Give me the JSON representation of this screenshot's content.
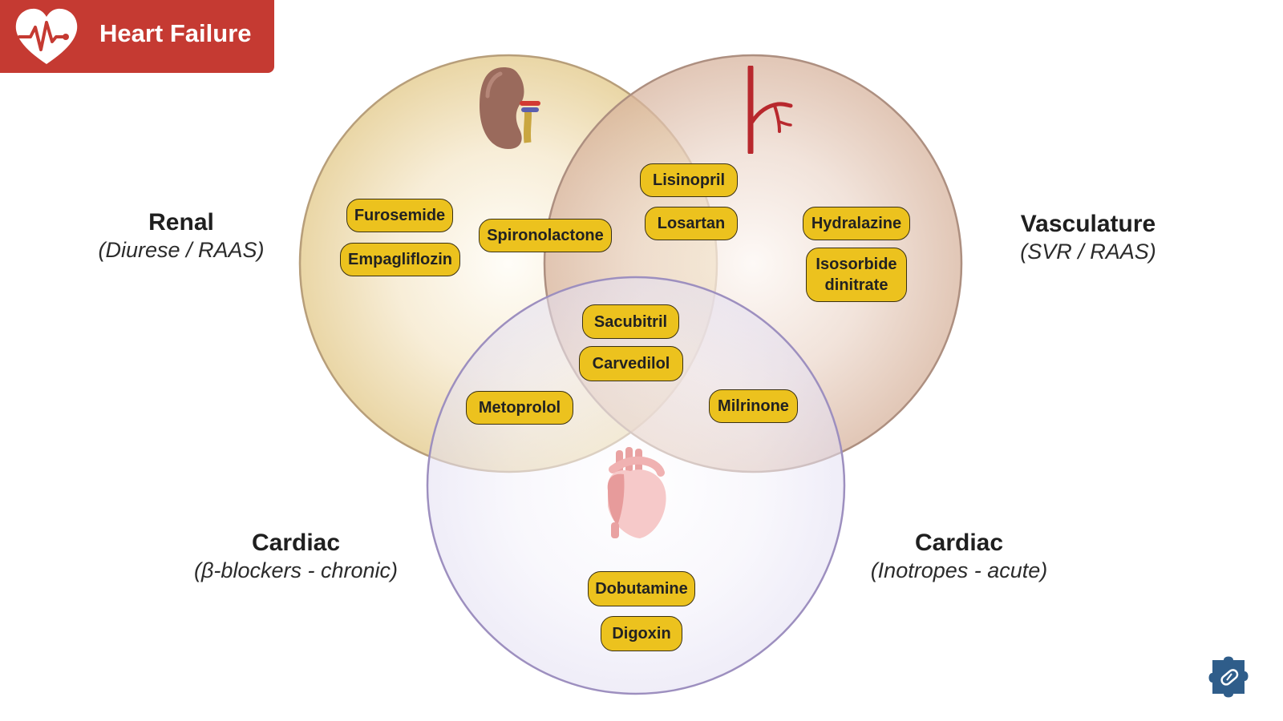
{
  "header": {
    "title": "Heart Failure",
    "icon": "heart-pulse-icon",
    "color": "#c53a32"
  },
  "categories": {
    "renal": {
      "title": "Renal",
      "subtitle": "(Diurese / RAAS)"
    },
    "vasculature": {
      "title": "Vasculature",
      "subtitle": "(SVR / RAAS)"
    },
    "cardiac_chronic": {
      "title": "Cardiac",
      "subtitle": "(β-blockers - chronic)"
    },
    "cardiac_acute": {
      "title": "Cardiac",
      "subtitle": "(Inotropes - acute)"
    }
  },
  "drugs": {
    "furosemide": "Furosemide",
    "empagliflozin": "Empagliflozin",
    "spironolactone": "Spironolactone",
    "lisinopril": "Lisinopril",
    "losartan": "Losartan",
    "hydralazine": "Hydralazine",
    "isosorbide_dinitrate": "Isosorbide dinitrate",
    "sacubitril": "Sacubitril",
    "carvedilol": "Carvedilol",
    "metoprolol": "Metoprolol",
    "milrinone": "Milrinone",
    "dobutamine": "Dobutamine",
    "digoxin": "Digoxin"
  },
  "icons": {
    "renal": "kidney-icon",
    "vasculature": "artery-icon",
    "cardiac": "heart-organ-icon",
    "logo": "puzzle-pill-logo-icon"
  },
  "colors": {
    "drug_badge": "#ecc21e",
    "renal_circle": "#e9d29a",
    "vasculature_circle": "#d9b69e",
    "cardiac_circle": "#e3e0f3"
  }
}
